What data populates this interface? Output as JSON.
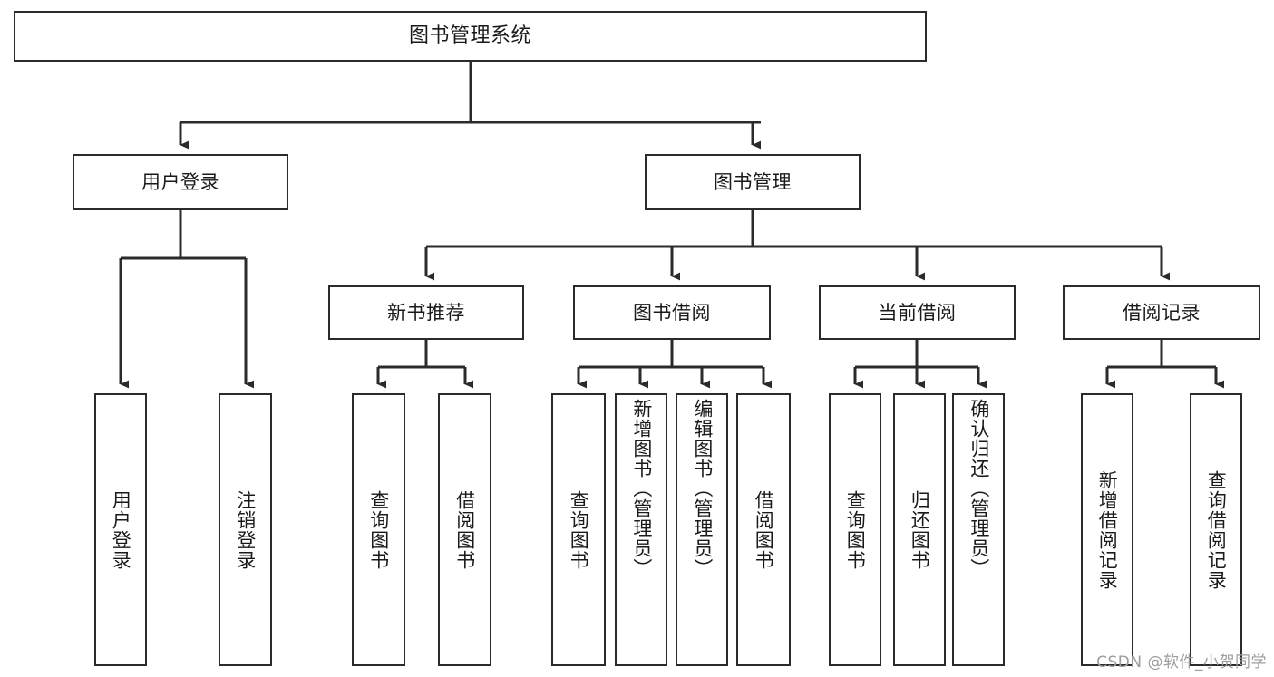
{
  "diagram": {
    "title": "图书管理系统",
    "type": "tree-hierarchy",
    "watermark": "CSDN @软件_小贺同学",
    "edge_color": "#2b2b2b",
    "box_border_color": "#2b2b2b",
    "box_fill_color": "#ffffff",
    "text_color": "#1a1a1a",
    "levels": {
      "root": {
        "label": "图书管理系统"
      },
      "level2": [
        {
          "id": "user-login",
          "label": "用户登录"
        },
        {
          "id": "book-manage",
          "label": "图书管理"
        }
      ],
      "level3": [
        {
          "id": "new-book-recommend",
          "label": "新书推荐",
          "parent": "book-manage"
        },
        {
          "id": "book-borrow",
          "label": "图书借阅",
          "parent": "book-manage"
        },
        {
          "id": "current-borrow",
          "label": "当前借阅",
          "parent": "book-manage"
        },
        {
          "id": "borrow-record",
          "label": "借阅记录",
          "parent": "book-manage"
        }
      ],
      "leaves": [
        {
          "id": "leaf-user-login",
          "label": "用户登录",
          "parent": "user-login"
        },
        {
          "id": "leaf-user-logout",
          "label": "注销登录",
          "parent": "user-login"
        },
        {
          "id": "leaf-query-book-1",
          "label": "查询图书",
          "parent": "new-book-recommend"
        },
        {
          "id": "leaf-borrow-book-1",
          "label": "借阅图书",
          "parent": "new-book-recommend"
        },
        {
          "id": "leaf-query-book-2",
          "label": "查询图书",
          "parent": "book-borrow"
        },
        {
          "id": "leaf-add-book",
          "label": "新增图书（管理员）",
          "parent": "book-borrow"
        },
        {
          "id": "leaf-edit-book",
          "label": "编辑图书（管理员）",
          "parent": "book-borrow"
        },
        {
          "id": "leaf-borrow-book-2",
          "label": "借阅图书",
          "parent": "book-borrow"
        },
        {
          "id": "leaf-query-book-3",
          "label": "查询图书",
          "parent": "current-borrow"
        },
        {
          "id": "leaf-return-book",
          "label": "归还图书",
          "parent": "current-borrow"
        },
        {
          "id": "leaf-confirm-return",
          "label": "确认归还（管理员）",
          "parent": "current-borrow"
        },
        {
          "id": "leaf-add-record",
          "label": "新增借阅记录",
          "parent": "borrow-record"
        },
        {
          "id": "leaf-query-record",
          "label": "查询借阅记录",
          "parent": "borrow-record"
        }
      ]
    }
  }
}
